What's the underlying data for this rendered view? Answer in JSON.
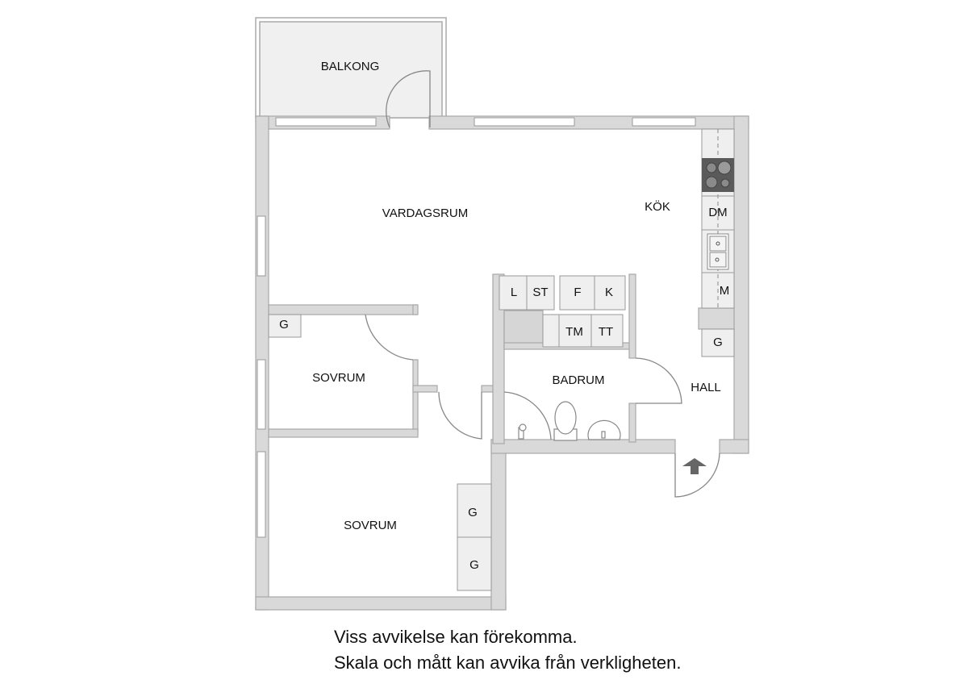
{
  "rooms": {
    "balkong": "BALKONG",
    "vardagsrum": "VARDAGSRUM",
    "kok": "KÖK",
    "sovrum_1": "SOVRUM",
    "sovrum_2": "SOVRUM",
    "badrum": "BADRUM",
    "hall": "HALL"
  },
  "fixtures": {
    "kitchen": [
      "DM",
      "M"
    ],
    "hall_wardrobe": "G",
    "sovrum1_wardrobe": "G",
    "sovrum2_wardrobes": [
      "G",
      "G"
    ],
    "laundry": [
      "L",
      "ST",
      "F",
      "K",
      "TM",
      "TT"
    ]
  },
  "disclaimer": {
    "line1": "Viss avvikelse kan förekomma.",
    "line2": "Skala och mått kan avvika från verkligheten."
  },
  "colors": {
    "wall": "#d9d9d9",
    "wall_edge": "#a8a8a8",
    "fixture": "#efefef",
    "stove": "#5a5a5a",
    "arrow": "#666666"
  }
}
